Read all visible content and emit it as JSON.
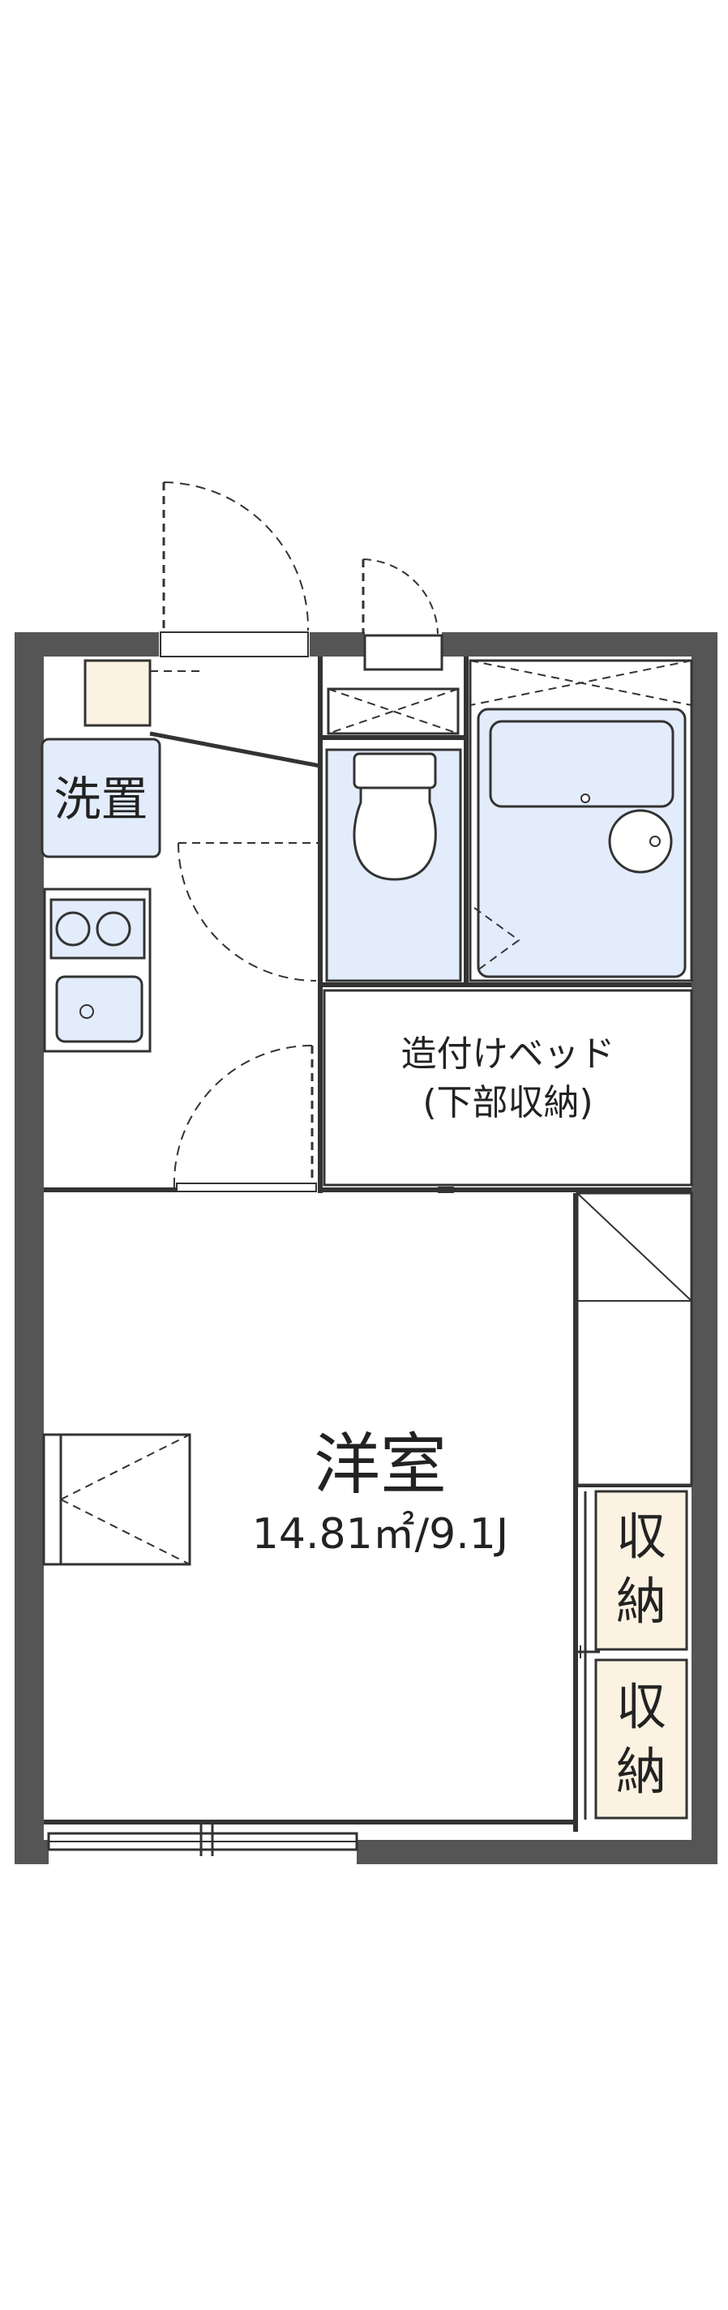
{
  "rooms": {
    "washer_space": "洗置",
    "built_in_bed_line1": "造付けベッド",
    "built_in_bed_line2": "(下部収納)",
    "western_room": "洋室",
    "western_room_area": "14.81㎡/9.1J",
    "storage_1_line1": "収",
    "storage_1_line2": "納",
    "storage_2_line1": "収",
    "storage_2_line2": "納"
  },
  "colors": {
    "wall": "#555555",
    "fixture_fill": "#e3ecfb",
    "storage_fill": "#fbf2e2",
    "line": "#333333"
  }
}
